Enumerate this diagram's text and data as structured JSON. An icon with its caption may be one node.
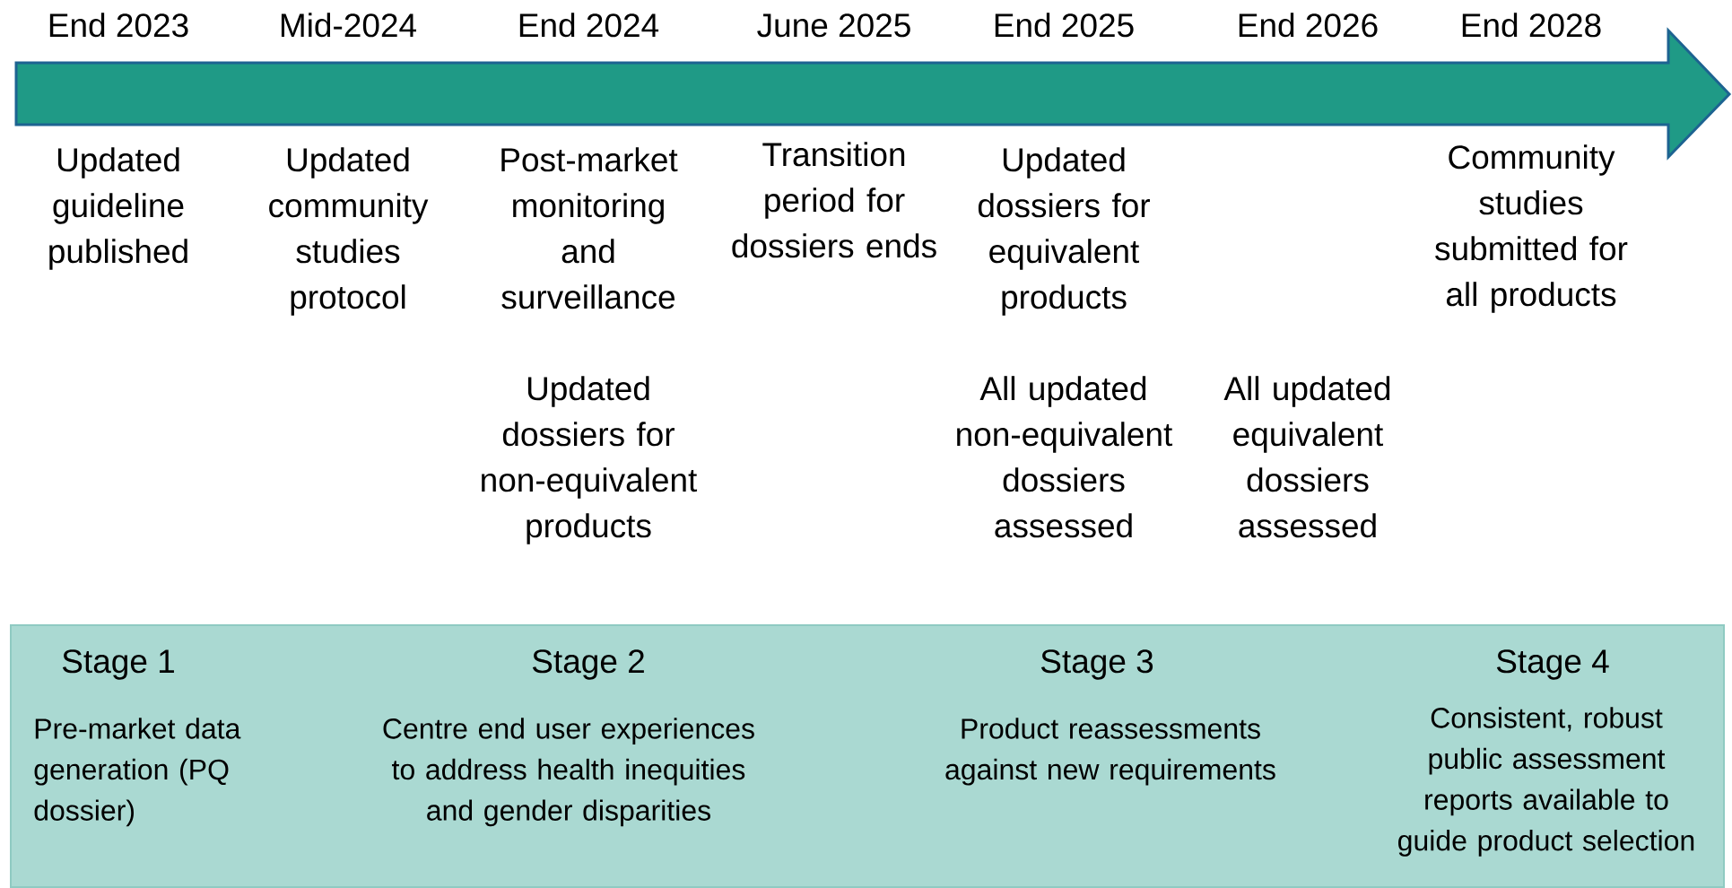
{
  "diagram": {
    "nodes": [
      {
        "text": [
          "Stage 1",
          "Pre-market data generation (PQ dossier)",
          "Stage 2",
          "Centre end user experiences to address health inequities and gender disparities",
          "Stage 3",
          "Product reassessments against new requirements",
          "Stage 4",
          "Consistent, robust public assessment reports available to guide product selection"
        ]
      }
    ],
    "labels": [
      "End 2023",
      "Mid-2024",
      "End 2024",
      "June 2025",
      "End 2025",
      "End 2026",
      "End 2028",
      "Updated guideline published",
      "Updated community studies protocol",
      "Post-market monitoring and surveillance",
      "Transition period for dossiers ends",
      "Updated dossiers for equivalent products",
      "Community studies submitted for all products",
      "Updated dossiers for non-equivalent products",
      "All updated non-equivalent dossiers assessed",
      "All updated equivalent dossiers assessed"
    ]
  }
}
